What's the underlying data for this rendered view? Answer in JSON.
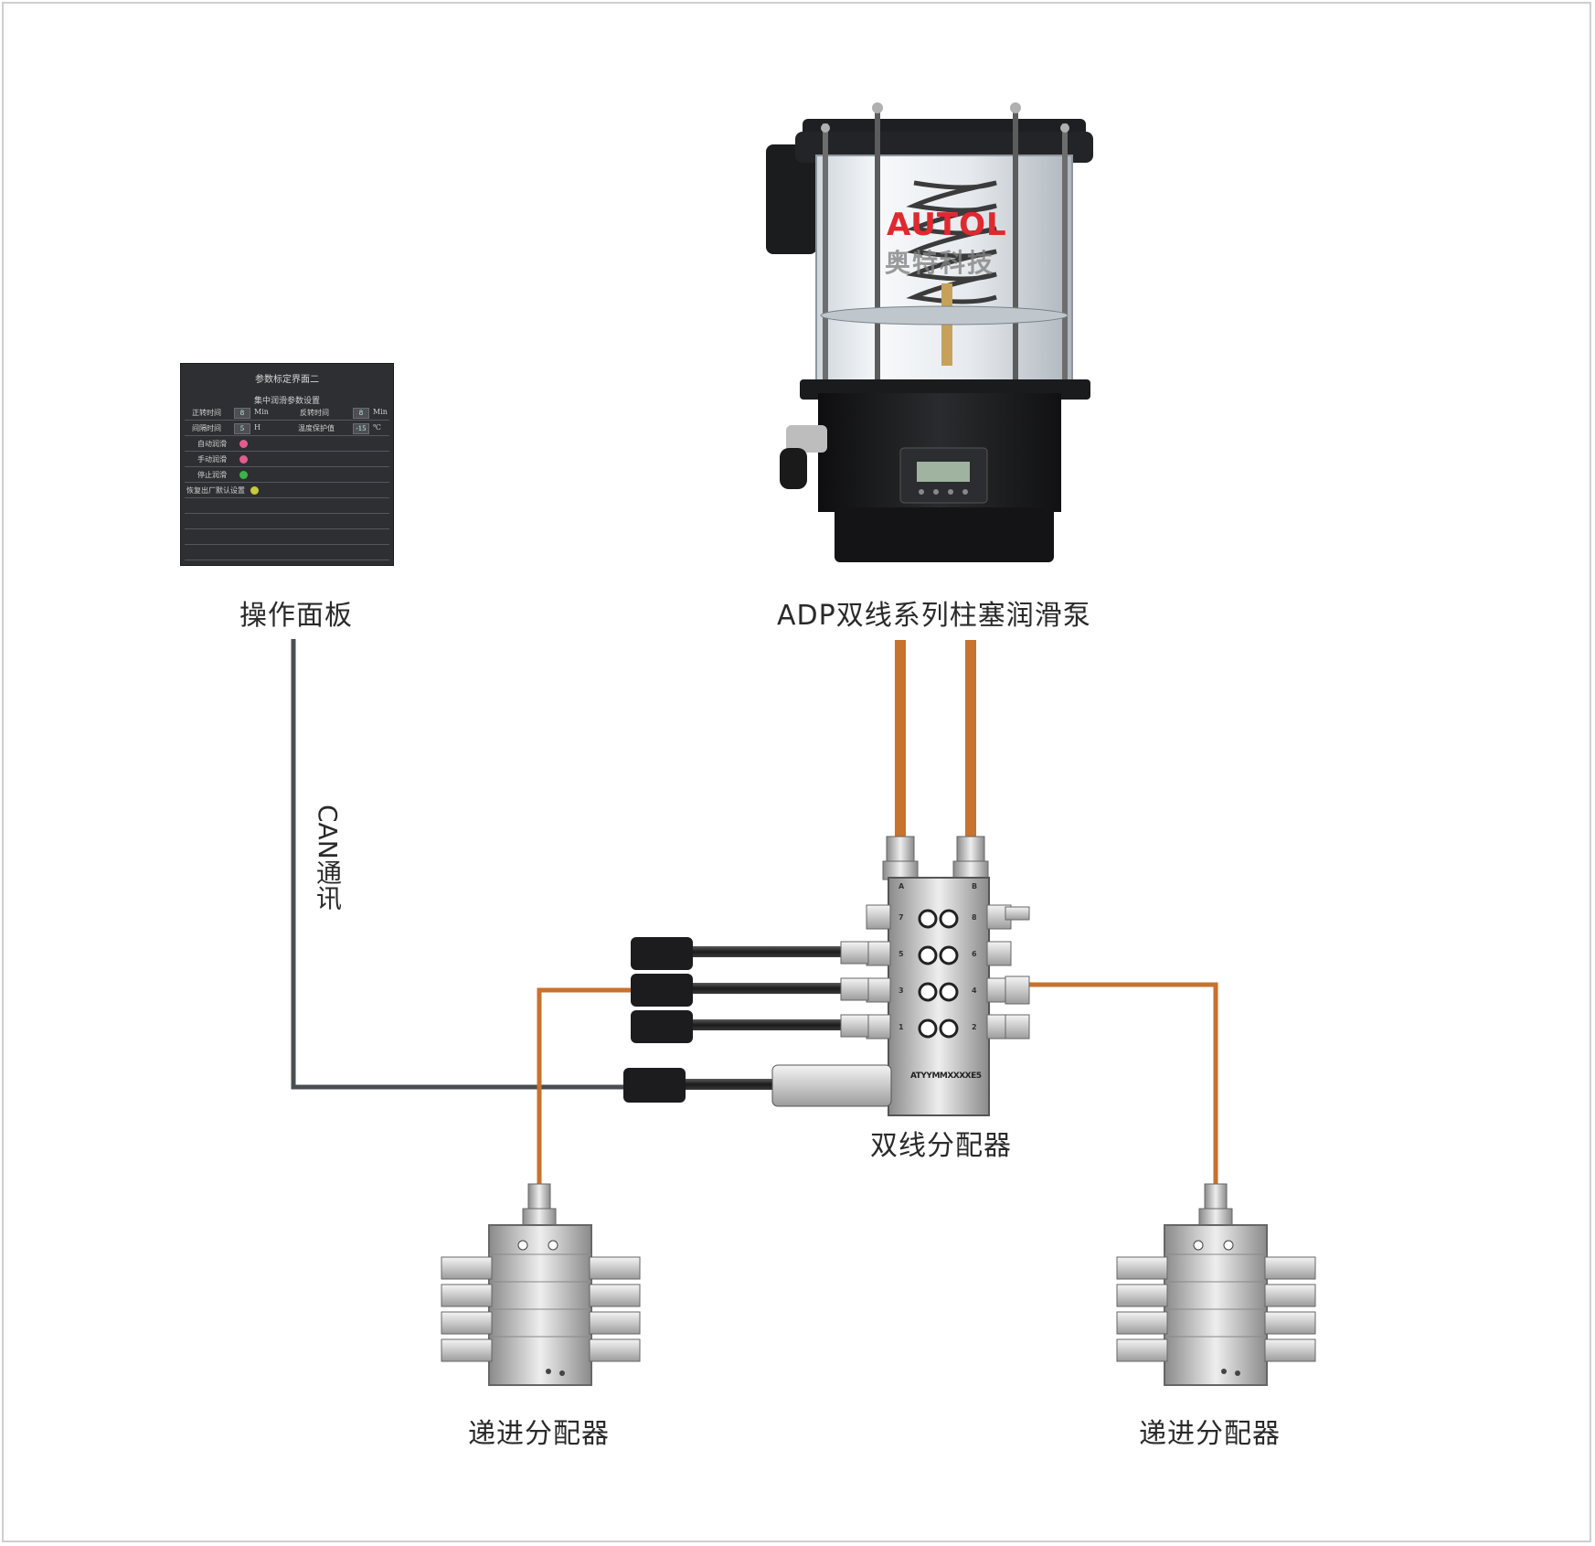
{
  "labels": {
    "panel": "操作面板",
    "pump": "ADP双线系列柱塞润滑泵",
    "can": "CAN通讯",
    "dual_distributor": "双线分配器",
    "progressive_left": "递进分配器",
    "progressive_right": "递进分配器"
  },
  "pump": {
    "brand": "AUTOL",
    "brand_cn": "奥特科技"
  },
  "panel_screen": {
    "title": "参数标定界面二",
    "subtitle": "集中润滑参数设置",
    "rows": [
      {
        "label": "正转时间",
        "value": "8",
        "unit": "Min",
        "label2": "反转时间",
        "value2": "8",
        "unit2": "Min"
      },
      {
        "label": "间隔时间",
        "value": "5",
        "unit": "H",
        "label2": "温度保护值",
        "value2": "-15",
        "unit2": "℃"
      },
      {
        "label": "自动润滑"
      },
      {
        "label": "手动润滑"
      },
      {
        "label": "停止润滑"
      },
      {
        "label": "恢复出厂默认设置"
      }
    ]
  },
  "distributor": {
    "model": "ATYYMMXXXXE5",
    "port_a": "A",
    "port_b": "B",
    "port_numbers_left": [
      "7",
      "5",
      "3",
      "1"
    ],
    "port_numbers_right": [
      "8",
      "6",
      "4",
      "2"
    ]
  },
  "colors": {
    "orange_line": "#c8722e",
    "can_line": "#4a4d52",
    "pump_body": "#1e1f22",
    "brand_red": "#e0282e"
  }
}
